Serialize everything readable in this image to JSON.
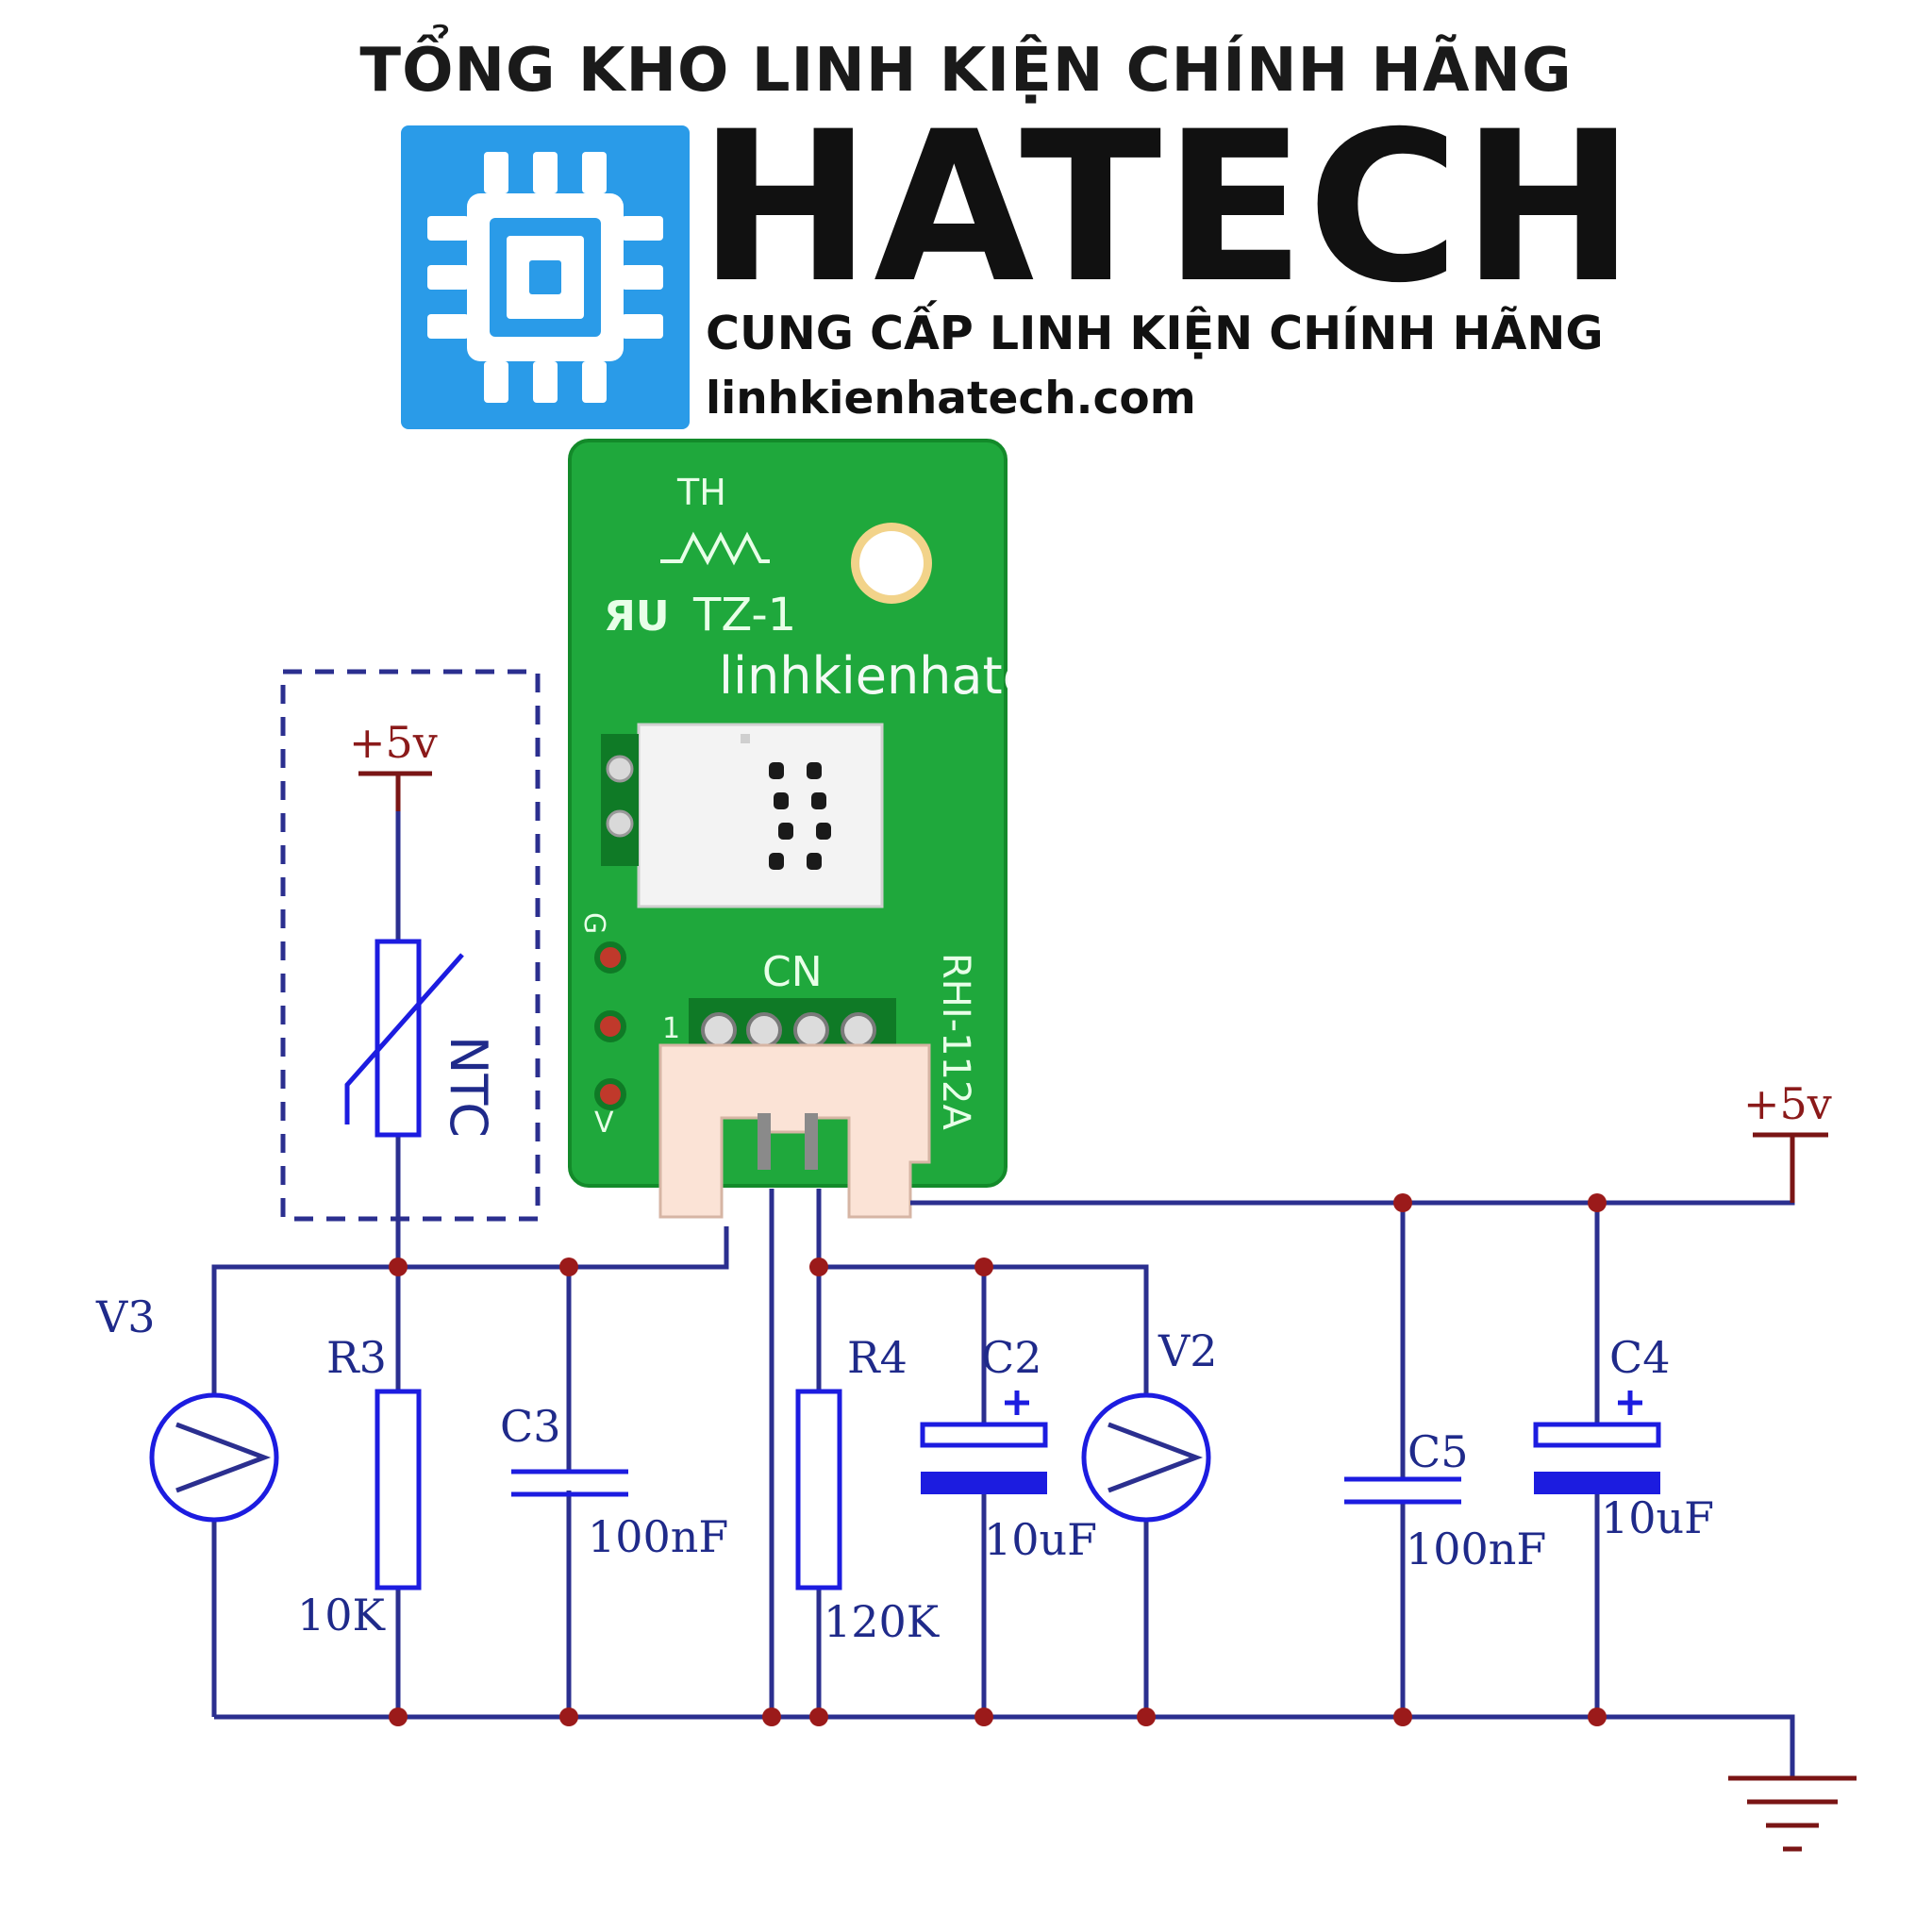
{
  "header": {
    "title": "TỔNG KHO LINH KIỆN CHÍNH HÃNG",
    "brand": "HATECH",
    "tagline": "CUNG CẤP LINH KIỆN CHÍNH HÃNG",
    "website": "linhkienhatech.com"
  },
  "board": {
    "silk_th": "TH",
    "silk_model": "TZ-1",
    "watermark": "linhkienhatech.com",
    "silk_cn": "CN",
    "silk_part": "RHI-112A",
    "silk_g": "G",
    "silk_1": "1",
    "silk_v": "V"
  },
  "schematic": {
    "pwr_left": "+5v",
    "pwr_right": "+5v",
    "ntc": "NTC",
    "v3": "V3",
    "r3": "R3",
    "r3_val": "10K",
    "c3": "C3",
    "c3_val": "100nF",
    "r4": "R4",
    "r4_val": "120K",
    "c2": "C2",
    "c2_val": "10uF",
    "v2": "V2",
    "c5": "C5",
    "c5_val": "100nF",
    "c4": "C4",
    "c4_val": "10uF"
  },
  "colors": {
    "wire": "#2b2f8f",
    "component": "#1c1ce0",
    "power": "#7a1515",
    "junction": "#9b1a1a",
    "pcb": "#1fa83c",
    "logo": "#2a9be8"
  }
}
